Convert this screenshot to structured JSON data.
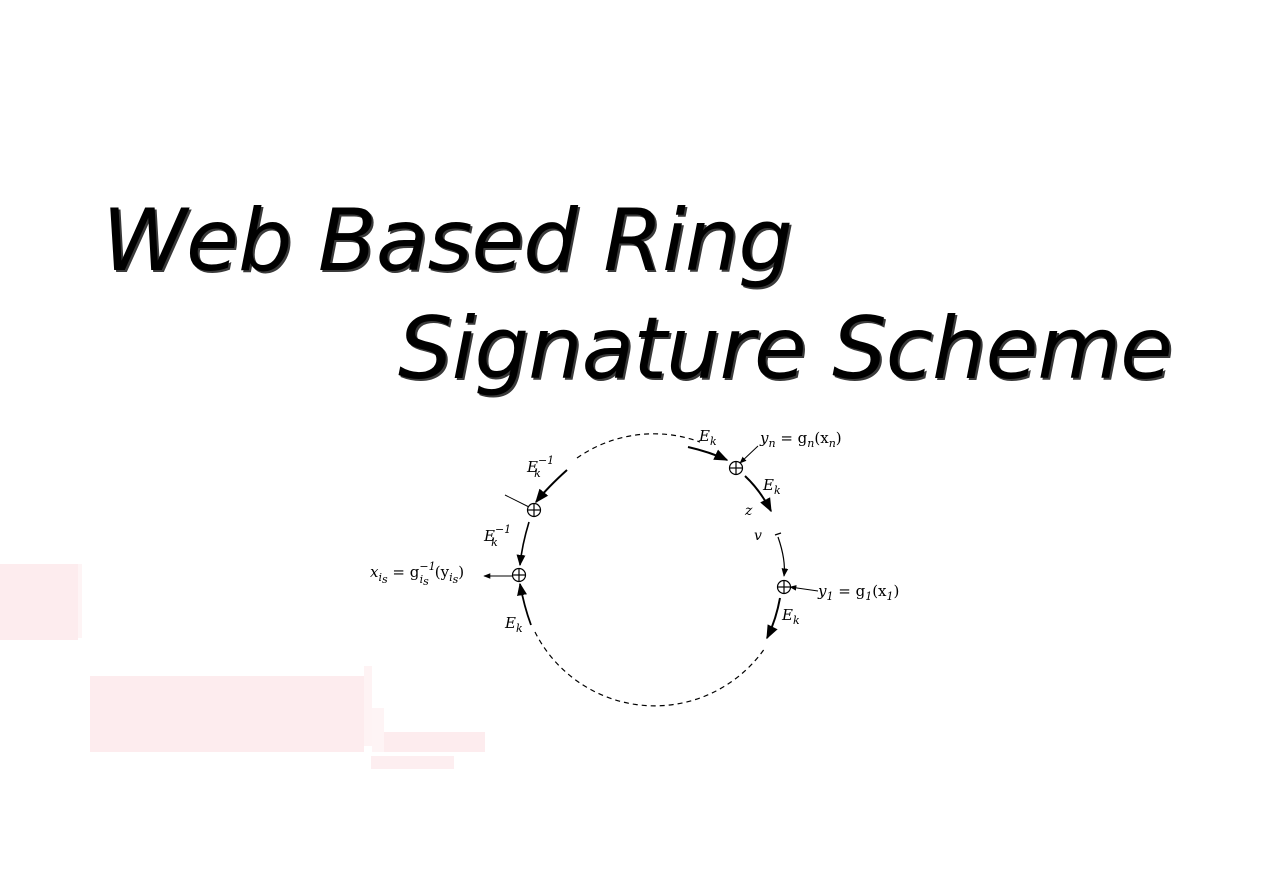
{
  "title": {
    "line1": "Web Based Ring",
    "line2": "Signature Scheme"
  },
  "diagram": {
    "labels": {
      "ek_top": {
        "base": "E",
        "sub": "k"
      },
      "yn_eq": {
        "lhs": "y",
        "lhs_sub": "n",
        "rhs": " = g",
        "rhs_sub": "n",
        "arg": "(x",
        "arg_sub": "n",
        "close": ")"
      },
      "ek_right_upper": {
        "base": "E",
        "sub": "k"
      },
      "z": "z",
      "v": "v",
      "y1_eq": {
        "lhs": "y",
        "lhs_sub": "1",
        "rhs": " = g",
        "rhs_sub": "1",
        "arg": "(x",
        "arg_sub": "1",
        "close": ")"
      },
      "ek_right_lower": {
        "base": "E",
        "sub": "k"
      },
      "ekinv_upper": {
        "base": "E",
        "sub": "k",
        "sup": "−1"
      },
      "ekinv_lower": {
        "base": "E",
        "sub": "k",
        "sup": "−1"
      },
      "xis_eq": {
        "lhs": "x",
        "lhs_sub": "i",
        "lhs_subsub": "s",
        "rhs": " = g",
        "rhs_sup": "−1",
        "rhs_sub": "i",
        "rhs_subsub": "s",
        "arg": "(y",
        "arg_sub": "i",
        "arg_subsub": "s",
        "close": ")"
      },
      "ek_left_lower": {
        "base": "E",
        "sub": "k"
      }
    },
    "xor_symbol": "⊕"
  },
  "colors": {
    "background": "#ffffff",
    "text": "#000000",
    "pink_blocks": "#fdecee"
  }
}
